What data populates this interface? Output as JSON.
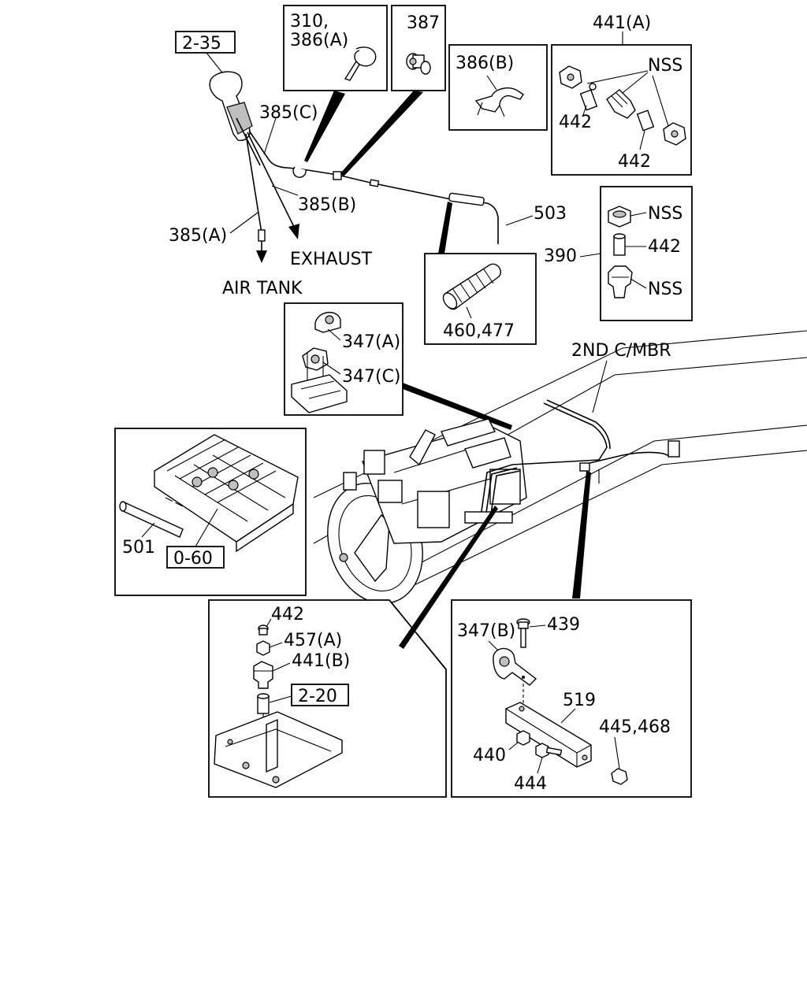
{
  "labels": {
    "ref_2_35": "2-35",
    "c310": "310,",
    "c386a": "386(A)",
    "c387": "387",
    "c386b": "386(B)",
    "c441a": "441(A)",
    "nss": "NSS",
    "c442": "442",
    "c385c": "385(C)",
    "c385b": "385(B)",
    "c385a": "385(A)",
    "exhaust": "EXHAUST",
    "air_tank": "AIR TANK",
    "c503": "503",
    "c390": "390",
    "c460_477": "460,477",
    "c347a": "347(A)",
    "c347c": "347(C)",
    "second_cmbr": "2ND C/MBR",
    "c501": "501",
    "ref_0_60": "0-60",
    "c457a": "457(A)",
    "c441b": "441(B)",
    "ref_2_20": "2-20",
    "c347b": "347(B)",
    "c439": "439",
    "c519": "519",
    "c445_468": "445,468",
    "c440": "440",
    "c444": "444"
  }
}
